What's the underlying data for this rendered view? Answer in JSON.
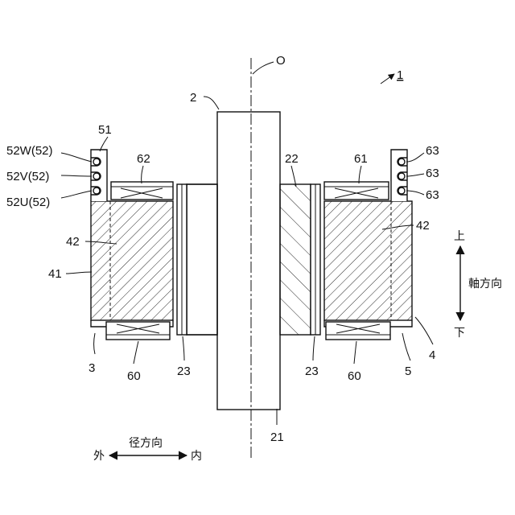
{
  "labels": {
    "axis_o": "O",
    "ref_1": "1",
    "ref_2": "2",
    "ref_51": "51",
    "ref_62": "62",
    "ref_22": "22",
    "ref_61": "61",
    "ref_63a": "63",
    "ref_63b": "63",
    "ref_63c": "63",
    "ref_52w": "52W(52)",
    "ref_52v": "52V(52)",
    "ref_52u": "52U(52)",
    "ref_42_left": "42",
    "ref_42_right": "42",
    "ref_41": "41",
    "ref_3": "3",
    "ref_60_left": "60",
    "ref_23_left": "23",
    "ref_23_right": "23",
    "ref_60_right": "60",
    "ref_5": "5",
    "ref_4": "4",
    "ref_21": "21",
    "axial_up": "上",
    "axial_label": "軸方向",
    "axial_down": "下",
    "radial_label": "径方向",
    "radial_outer": "外",
    "radial_inner": "内"
  }
}
